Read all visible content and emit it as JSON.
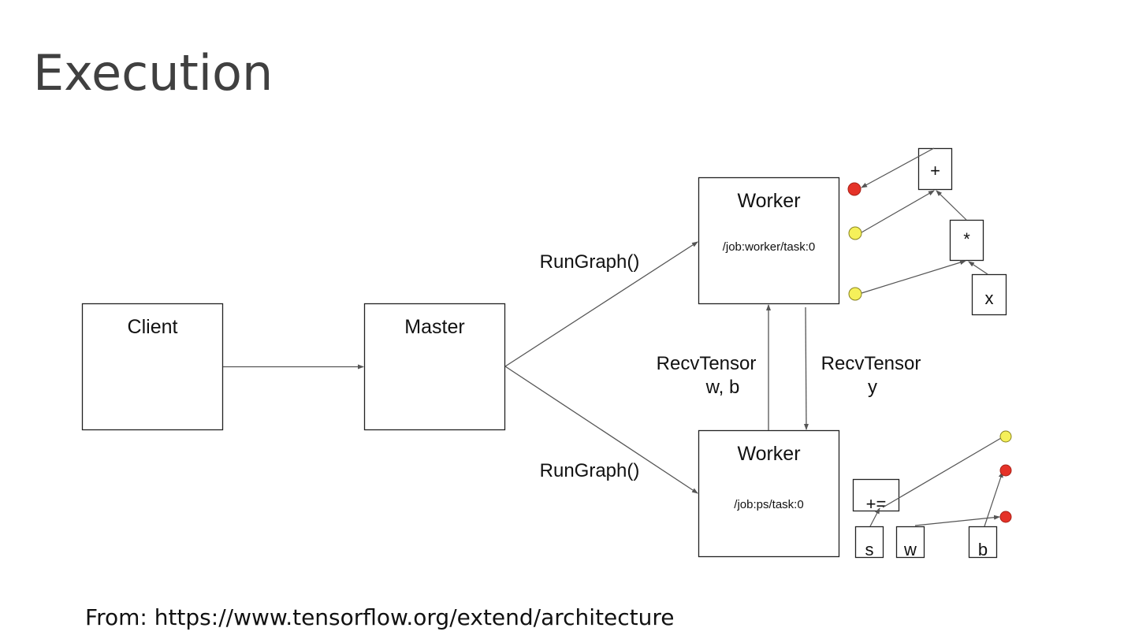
{
  "slide": {
    "title": "Execution",
    "source": "From: https://www.tensorflow.org/extend/architecture"
  },
  "colors": {
    "red_node": "#e53228",
    "yellow_node": "#f5f05a",
    "edge": "#555555"
  },
  "diagram": {
    "client": {
      "label": "Client"
    },
    "master": {
      "label": "Master"
    },
    "worker_top": {
      "label": "Worker",
      "job": "/job:worker/task:0"
    },
    "worker_bottom": {
      "label": "Worker",
      "job": "/job:ps/task:0"
    },
    "edges": {
      "run_graph_top": "RunGraph()",
      "run_graph_bottom": "RunGraph()",
      "recv_left_line1": "RecvTensor",
      "recv_left_line2": "w, b",
      "recv_right_line1": "RecvTensor",
      "recv_right_line2": "y"
    },
    "top_graph": {
      "plus": "+",
      "mul": "*",
      "x": "x"
    },
    "bottom_graph": {
      "assign_add": "+=",
      "s": "s",
      "w": "w",
      "b": "b"
    }
  }
}
